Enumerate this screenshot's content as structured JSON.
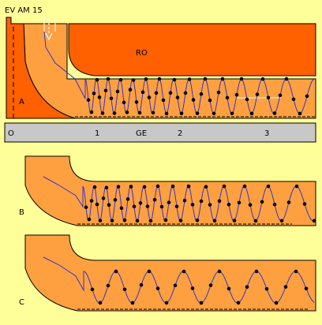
{
  "header": {
    "label": "EV AM 15"
  },
  "regions": {
    "ro": "RO",
    "a": "A"
  },
  "scale_bar": {
    "origin": "O",
    "tick1": "1",
    "ge": "GE",
    "tick2": "2",
    "tick3": "3"
  },
  "panels": {
    "b": "B",
    "c": "C"
  },
  "colors": {
    "background": "#ffff99",
    "tissue": "#ffa040",
    "dark_tissue": "#ff6000",
    "bar": "#c8c8c8",
    "trace": "#3333cc",
    "dots": "#000000"
  }
}
